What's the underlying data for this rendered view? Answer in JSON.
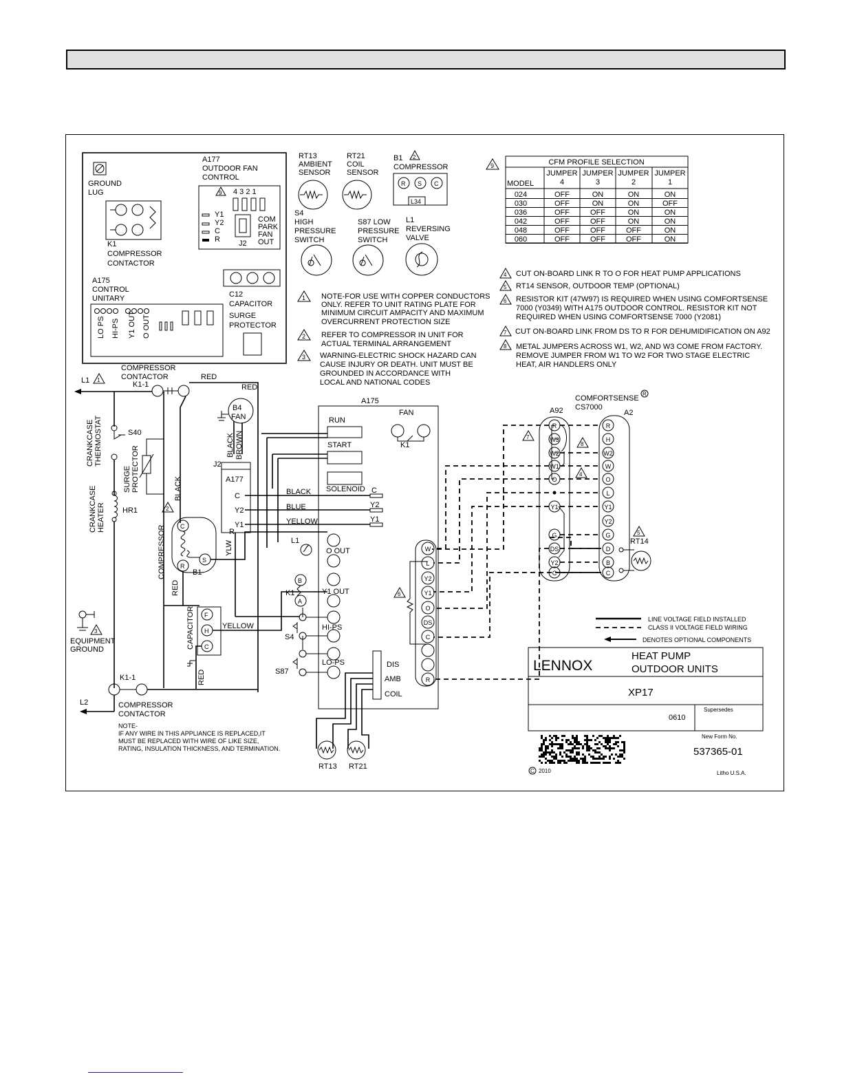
{
  "component_box": {
    "ground_lug": [
      "GROUND",
      "LUG"
    ],
    "a177": [
      "A177",
      "OUTDOOR FAN",
      "CONTROL"
    ],
    "a177_pins": "4 3 2 1",
    "a177_inputs": [
      "Y1",
      "Y2",
      "C",
      "R"
    ],
    "a177_outputs": [
      "COM",
      "PARK",
      "FAN",
      "OUT"
    ],
    "j2": "J2",
    "k1": [
      "K1",
      "COMPRESSOR",
      "CONTACTOR"
    ],
    "a175": [
      "A175",
      "CONTROL",
      "UNITARY"
    ],
    "c12": [
      "C12",
      "CAPACITOR"
    ],
    "surge": [
      "SURGE",
      "PROTECTOR"
    ],
    "board_labels": [
      "LO PS",
      "HI-PS",
      "Y1 OUT",
      "O OUT"
    ]
  },
  "sensors": {
    "rt13": [
      "RT13",
      "AMBIENT",
      "SENSOR"
    ],
    "rt21": [
      "RT21",
      "COIL",
      "SENSOR"
    ],
    "b1": [
      "B1",
      "COMPRESSOR"
    ],
    "b1_terminals": [
      "R",
      "S",
      "C"
    ],
    "l34": "L34",
    "s4": [
      "S4",
      "HIGH",
      "PRESSURE",
      "SWITCH"
    ],
    "s87": [
      "S87 LOW",
      "PRESSURE",
      "SWITCH"
    ],
    "l1": [
      "L1",
      "REVERSING",
      "VALVE"
    ]
  },
  "notes_left": [
    {
      "n": "1",
      "lines": [
        "NOTE-FOR USE WITH COPPER CONDUCTORS",
        "ONLY. REFER TO UNIT RATING PLATE FOR",
        "MINIMUM CIRCUIT AMPACITY AND MAXIMUM",
        "OVERCURRENT PROTECTION SIZE"
      ]
    },
    {
      "n": "2",
      "lines": [
        "REFER TO COMPRESSOR IN UNIT FOR",
        "ACTUAL TERMINAL ARRANGEMENT"
      ]
    },
    {
      "n": "3",
      "lines": [
        "WARNING-ELECTRIC SHOCK HAZARD CAN",
        "CAUSE INJURY OR DEATH. UNIT MUST BE",
        "GROUNDED IN ACCORDANCE WITH",
        "LOCAL AND NATIONAL CODES"
      ]
    }
  ],
  "notes_right": [
    {
      "n": "4",
      "lines": [
        "CUT ON-BOARD LINK R TO O FOR HEAT PUMP APPLICATIONS"
      ]
    },
    {
      "n": "5",
      "lines": [
        "RT14 SENSOR, OUTDOOR TEMP (OPTIONAL)"
      ]
    },
    {
      "n": "6",
      "lines": [
        "RESISTOR KIT (47W97) IS REQUIRED WHEN USING COMFORTSENSE",
        "7000 (Y0349) WITH A175 OUTDOOR CONTROL. RESISTOR KIT NOT",
        "REQUIRED WHEN USING COMFORTSENSE 7000 (Y2081)"
      ]
    },
    {
      "n": "7",
      "lines": [
        "CUT ON-BOARD LINK FROM DS TO R FOR DEHUMIDIFICATION ON A92"
      ]
    },
    {
      "n": "8",
      "lines": [
        "METAL JUMPERS ACROSS W1, W2, AND W3 COME FROM FACTORY.",
        " REMOVE JUMPER FROM W1 TO W2 FOR TWO STAGE ELECTRIC",
        "HEAT, AIR HANDLERS ONLY"
      ]
    }
  ],
  "cfm_table": {
    "note": "9",
    "title": "CFM PROFILE SELECTION",
    "model_header": "MODEL",
    "columns": [
      [
        "JUMPER",
        "4"
      ],
      [
        "JUMPER",
        "3"
      ],
      [
        "JUMPER",
        "2"
      ],
      [
        "JUMPER",
        "1"
      ]
    ],
    "rows": [
      [
        "024",
        "OFF",
        "ON",
        "ON",
        "ON"
      ],
      [
        "030",
        "OFF",
        "ON",
        "ON",
        "OFF"
      ],
      [
        "036",
        "OFF",
        "OFF",
        "ON",
        "ON"
      ],
      [
        "042",
        "OFF",
        "OFF",
        "ON",
        "ON"
      ],
      [
        "048",
        "OFF",
        "OFF",
        "OFF",
        "ON"
      ],
      [
        "060",
        "OFF",
        "OFF",
        "OFF",
        "ON"
      ]
    ]
  },
  "schematic": {
    "l1": "L1",
    "l2": "L2",
    "contactor_top": [
      "COMPRESSOR",
      "CONTACTOR",
      "K1-1"
    ],
    "contactor_bottom": [
      "K1-1",
      "COMPRESSOR",
      "CONTACTOR"
    ],
    "red": "RED",
    "black": "BLACK",
    "brown": "BROWN",
    "yellow": "YELLOW",
    "blue": "BLUE",
    "ylw": "YLW",
    "b4": [
      "B4",
      "FAN"
    ],
    "crankcase_thermostat": [
      "CRANKCASE",
      "THERMOSTAT"
    ],
    "s40": "S40",
    "surge_protector": [
      "SURGE",
      "PROTECTOR"
    ],
    "crankcase_heater": [
      "CRANKCASE",
      "HEATER"
    ],
    "hr1": "HR1",
    "compressor": "COMPRESSOR",
    "b1": "B1",
    "a177_block": [
      "J2",
      "A177",
      "C",
      "Y2",
      "Y1",
      "R"
    ],
    "capacitor": "CAPACITOR",
    "cap_terminals": [
      "F",
      "H",
      "C"
    ],
    "equipment_ground": [
      "EQUIPMENT",
      "GROUND"
    ],
    "note": [
      "NOTE-",
      "IF ANY WIRE IN THIS APPLIANCE IS REPLACED,IT",
      "MUST BE REPLACED WITH WIRE OF LIKE SIZE,",
      "RATING, INSULATION THICKNESS, AND TERMINATION."
    ],
    "board": {
      "title": "A175",
      "labels": [
        "RUN",
        "START",
        "SOLENOID",
        "FAN",
        "K1",
        "O OUT",
        "Y1 OUT",
        "HI-PS",
        "LO-PS",
        "DIS",
        "AMB",
        "COIL",
        "C",
        "Y2",
        "Y1"
      ],
      "side_labels": [
        "L1",
        "B",
        "K1",
        "A",
        "S4",
        "S87"
      ],
      "terminals": [
        "W",
        "L",
        "Y2",
        "Y1",
        "O",
        "DS",
        "C",
        "R"
      ]
    },
    "sensors_bottom": [
      "RT13",
      "RT21"
    ]
  },
  "thermostat": {
    "brand": "COMFORTSENSE",
    "model": "CS7000",
    "reg": "R",
    "a92": "A92",
    "a2": "A2",
    "a92_terminals": [
      "R",
      "W3",
      "W2",
      "W1",
      "O",
      "Y1",
      "G",
      "DS",
      "Y2",
      "C"
    ],
    "a2_terminals": [
      "R",
      "H",
      "W2",
      "W",
      "O",
      "L",
      "Y1",
      "Y2",
      "G",
      "D",
      "B",
      "C"
    ],
    "rt14": "RT14"
  },
  "legend": [
    {
      "style": "solid",
      "label": "LINE VOLTAGE FIELD INSTALLED"
    },
    {
      "style": "dashed",
      "label": "CLASS II VOLTAGE FIELD WIRING"
    },
    {
      "style": "arrow",
      "label": "DENOTES OPTIONAL COMPONENTS"
    }
  ],
  "title_block": {
    "brand": "LENNOX",
    "title": [
      "HEAT PUMP",
      "OUTDOOR UNITS"
    ],
    "model": "XP17",
    "date": "0610",
    "supersedes": "Supersedes",
    "new_form_label": "New Form No.",
    "form_no": "537365-01",
    "copyright": "2010",
    "litho": "Litho U.S.A."
  }
}
